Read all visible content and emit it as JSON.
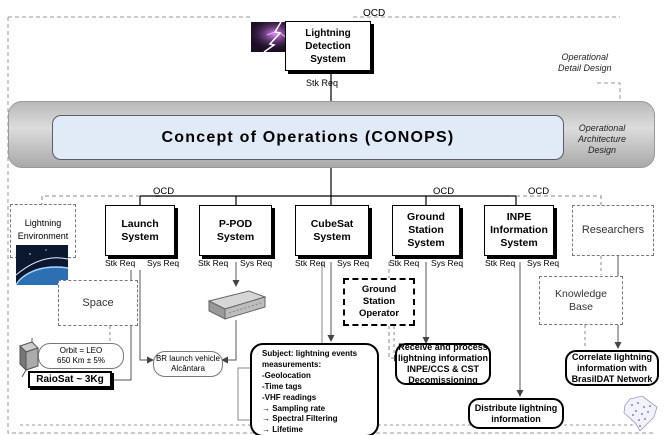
{
  "top": {
    "ocd": "OCD",
    "lds": [
      "Lightning",
      "Detection",
      "System"
    ],
    "stk_req": "Stk Req",
    "lightning_image_icon": "lightning-bolt-photo"
  },
  "side_labels": {
    "operational_detail_design": [
      "Operational",
      "Detail Design"
    ],
    "operational_architecture_design": [
      "Operational",
      "Architecture",
      "Design"
    ]
  },
  "conops": {
    "title": "Concept of Operations (CONOPS)"
  },
  "systems": {
    "ocd_labels": [
      "OCD",
      "OCD",
      "OCD"
    ],
    "launch": {
      "name": [
        "Launch",
        "System"
      ],
      "stk": "Stk Req",
      "sys": "Sys Req"
    },
    "ppod": {
      "name": [
        "P-POD",
        "System"
      ],
      "stk": "Stk Req",
      "sys": "Sys Req"
    },
    "cubesat": {
      "name": [
        "CubeSat",
        "System"
      ],
      "stk": "Stk Req",
      "sys": "Sys Req"
    },
    "ground": {
      "name": [
        "Ground",
        "Station",
        "System"
      ],
      "stk": "Stk Req",
      "sys": "Sys Req"
    },
    "inpe": {
      "name": [
        "INPE",
        "Information",
        "System"
      ],
      "stk": "Stk Req",
      "sys": "Sys Req"
    }
  },
  "environment": {
    "lightning_environment": [
      "Lightning",
      "Environment"
    ],
    "space": "Space",
    "researchers": "Researchers",
    "knowledge_base": [
      "Knowledge",
      "Base"
    ]
  },
  "operator": [
    "Ground",
    "Station",
    "Operator"
  ],
  "orbit": {
    "line1": "Orbit = LEO",
    "line2": "650 Km ± 5%"
  },
  "raiosat": "RaioSat ~ 3Kg",
  "br_launch": [
    "BR launch vehicle",
    "Alcântara"
  ],
  "measurements": {
    "title": [
      "Subject: lightning events",
      "measurements:"
    ],
    "items": [
      "-Geolocation",
      "-Time tags",
      "-VHF readings",
      "→ Sampling rate",
      "→ Spectral Filtering",
      "→ Lifetime"
    ]
  },
  "receive": [
    "Receive and process",
    "lightning information",
    "INPE/CCS & CST",
    "Decomissioning"
  ],
  "distribute": [
    "Distribute lightning",
    "information"
  ],
  "correlate": [
    "Correlate lightning",
    "information with",
    "BrasilDAT Network"
  ]
}
